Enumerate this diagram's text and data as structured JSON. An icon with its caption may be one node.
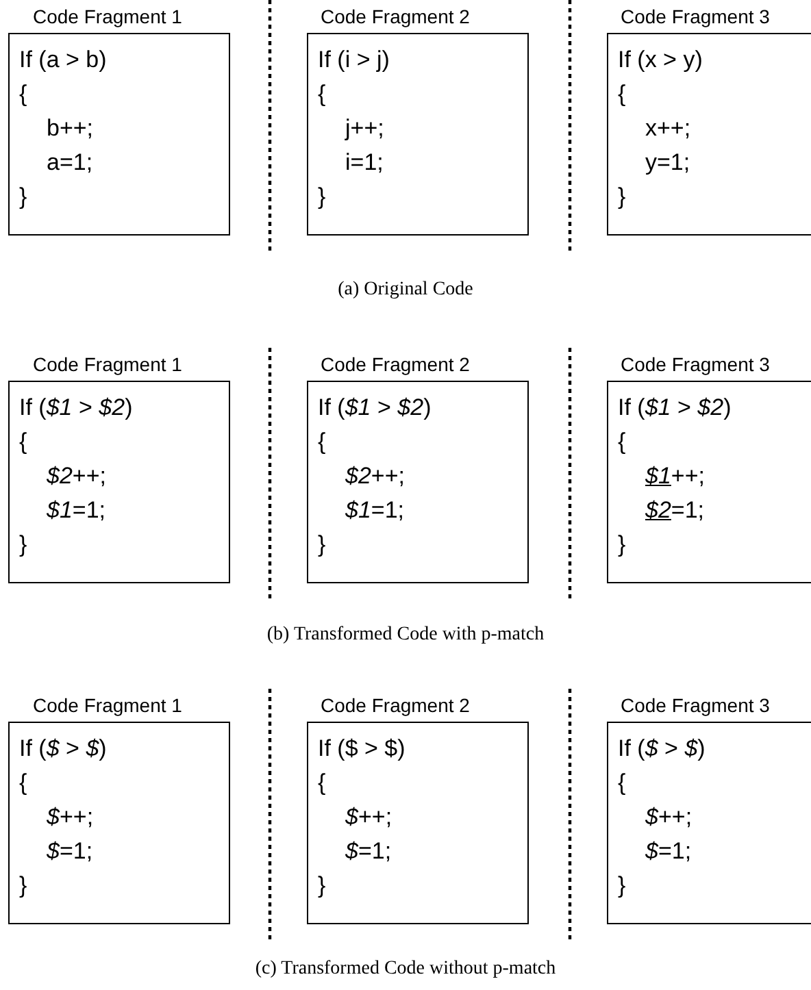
{
  "diagram": {
    "nodes": [
      {
        "text": [
          "Code Fragment 1",
          "If (a > b)",
          "{",
          "b++;",
          "a=1;",
          "}"
        ]
      },
      {
        "text": [
          "Code Fragment 2",
          "If (i > j)",
          "{",
          "j++;",
          "i=1;",
          "}"
        ]
      },
      {
        "text": [
          "Code Fragment 3",
          "If (x > y)",
          "{",
          "x++;",
          "y=1;",
          "}"
        ]
      },
      {
        "text": [
          "Code Fragment 1",
          "If (*$1* > *$2*)",
          "{",
          "*$2*++;",
          "*$1*=1;",
          "}"
        ]
      },
      {
        "text": [
          "Code Fragment 2",
          "If (*$1* > *$2*)",
          "{",
          "*$2*++;",
          "*$1*=1;",
          "}"
        ]
      },
      {
        "text": [
          "Code Fragment 3",
          "If (*$1* > *$2*)",
          "{",
          "*$1*++;",
          "*$2*=1;",
          "}"
        ]
      },
      {
        "text": [
          "Code Fragment 1",
          "If (*$* > *$*)",
          "{",
          "*$*++;",
          "*$*=1;",
          "}"
        ]
      },
      {
        "text": [
          "Code Fragment 2",
          "If ($ > $)",
          "{",
          "*$*++;",
          "*$*=1;",
          "}"
        ]
      },
      {
        "text": [
          "Code Fragment 3",
          "If (*$* > *$*)",
          "{",
          "*$*++;",
          "*$*=1;",
          "}"
        ]
      }
    ],
    "labels": [
      "(a) Original Code",
      "(b) Transformed Code with p-match",
      "(c) Transformed Code without p-match"
    ]
  }
}
